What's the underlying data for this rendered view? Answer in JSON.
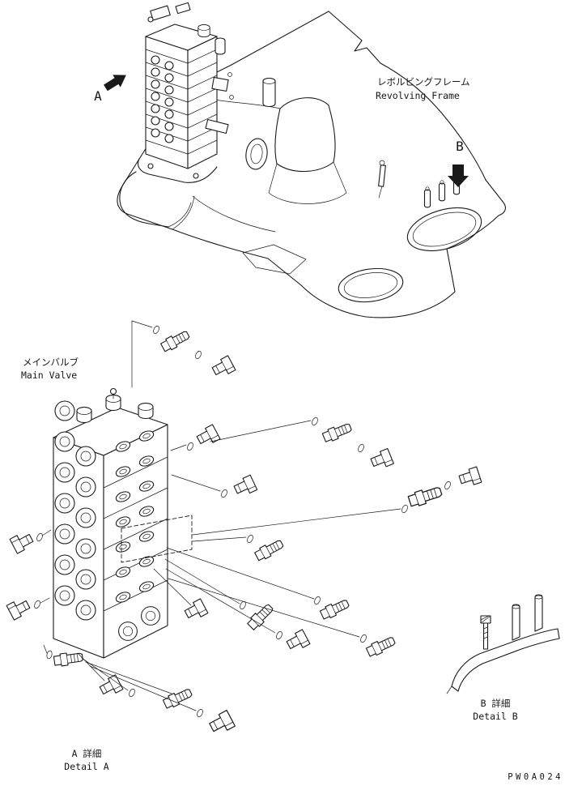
{
  "colors": {
    "ink": "#1a1a1a",
    "paper": "#ffffff"
  },
  "annotations": {
    "view_a": {
      "letter": "A"
    },
    "view_b": {
      "letter": "B"
    },
    "revolving_frame": {
      "jp": "レボルビングフレーム",
      "en": "Revolving Frame"
    },
    "main_valve": {
      "jp": "メインバルブ",
      "en": "Main Valve"
    },
    "detail_a": {
      "jp": "A 詳細",
      "en": "Detail A"
    },
    "detail_b": {
      "jp": "B 詳細",
      "en": "Detail B"
    }
  },
  "meta": {
    "drawing_number": "PW0A024"
  }
}
